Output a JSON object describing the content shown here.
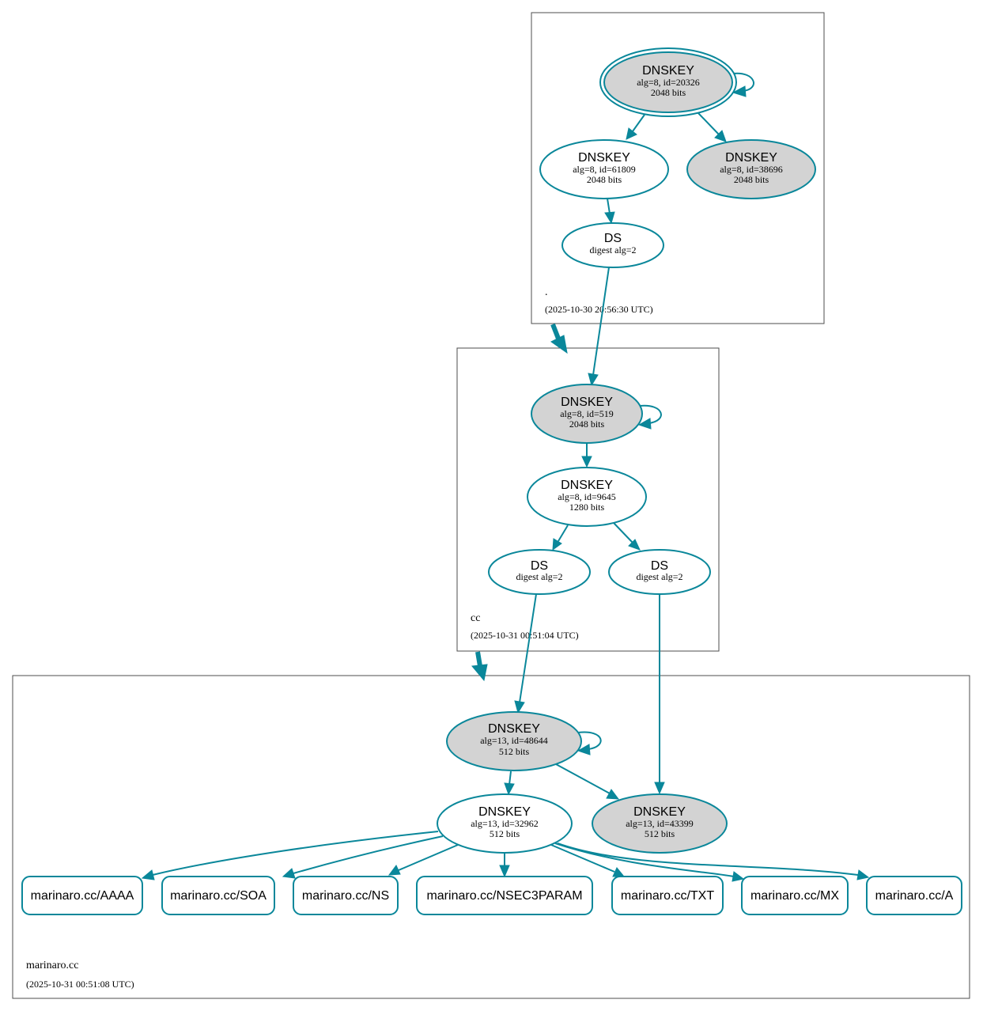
{
  "colors": {
    "edge": "#0a879a",
    "node_fill_gray": "#d3d3d3",
    "node_fill_white": "#ffffff",
    "zone_border": "#4d4d4d"
  },
  "zones": {
    "root": {
      "label": ".",
      "timestamp": "(2025-10-30 20:56:30 UTC)"
    },
    "cc": {
      "label": "cc",
      "timestamp": "(2025-10-31 00:51:04 UTC)"
    },
    "marinaro": {
      "label": "marinaro.cc",
      "timestamp": "(2025-10-31 00:51:08 UTC)"
    }
  },
  "nodes": {
    "root_ksk": {
      "title": "DNSKEY",
      "line1": "alg=8, id=20326",
      "line2": "2048 bits"
    },
    "root_zsk1": {
      "title": "DNSKEY",
      "line1": "alg=8, id=61809",
      "line2": "2048 bits"
    },
    "root_zsk2": {
      "title": "DNSKEY",
      "line1": "alg=8, id=38696",
      "line2": "2048 bits"
    },
    "root_ds": {
      "title": "DS",
      "line1": "digest alg=2"
    },
    "cc_ksk": {
      "title": "DNSKEY",
      "line1": "alg=8, id=519",
      "line2": "2048 bits"
    },
    "cc_zsk": {
      "title": "DNSKEY",
      "line1": "alg=8, id=9645",
      "line2": "1280 bits"
    },
    "cc_ds1": {
      "title": "DS",
      "line1": "digest alg=2"
    },
    "cc_ds2": {
      "title": "DS",
      "line1": "digest alg=2"
    },
    "m_ksk": {
      "title": "DNSKEY",
      "line1": "alg=13, id=48644",
      "line2": "512 bits"
    },
    "m_zsk": {
      "title": "DNSKEY",
      "line1": "alg=13, id=32962",
      "line2": "512 bits"
    },
    "m_ksk2": {
      "title": "DNSKEY",
      "line1": "alg=13, id=43399",
      "line2": "512 bits"
    }
  },
  "rrsets": [
    {
      "label": "marinaro.cc/AAAA"
    },
    {
      "label": "marinaro.cc/SOA"
    },
    {
      "label": "marinaro.cc/NS"
    },
    {
      "label": "marinaro.cc/NSEC3PARAM"
    },
    {
      "label": "marinaro.cc/TXT"
    },
    {
      "label": "marinaro.cc/MX"
    },
    {
      "label": "marinaro.cc/A"
    }
  ]
}
